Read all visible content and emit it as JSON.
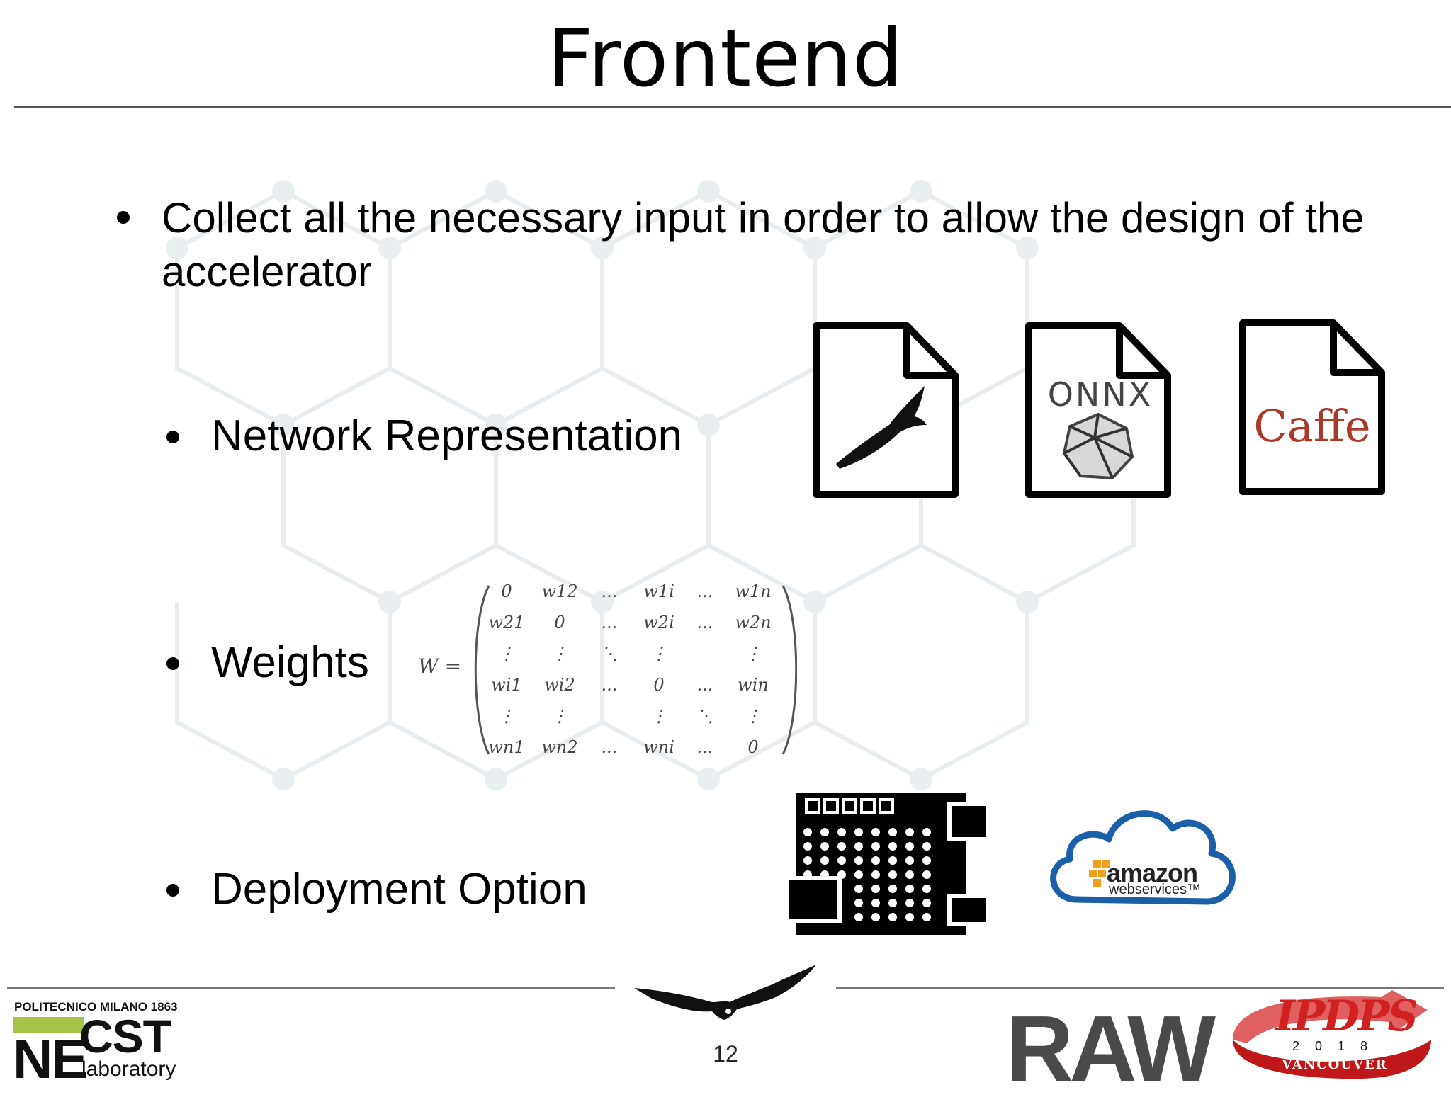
{
  "title": "Frontend",
  "bullets": {
    "main": "Collect all the necessary input in order to allow the design of the accelerator",
    "network": "Network Representation",
    "weights": "Weights",
    "deployment": "Deployment Option"
  },
  "file_icons": {
    "onnx": "ONNX",
    "caffe": "Caffe"
  },
  "matrix": {
    "lhs": "W =",
    "rows": [
      [
        "0",
        "w12",
        "...",
        "w1i",
        "...",
        "w1n"
      ],
      [
        "w21",
        "0",
        "...",
        "w2i",
        "...",
        "w2n"
      ],
      [
        "⋮",
        "⋮",
        "⋱",
        "⋮",
        "",
        "⋮"
      ],
      [
        "wi1",
        "wi2",
        "...",
        "0",
        "...",
        "win"
      ],
      [
        "⋮",
        "⋮",
        "",
        "⋮",
        "⋱",
        "⋮"
      ],
      [
        "wn1",
        "wn2",
        "...",
        "wni",
        "...",
        "0"
      ]
    ]
  },
  "aws": {
    "amazon": "amazon",
    "webservices": "webservices™"
  },
  "footer": {
    "page_number": "12",
    "polimi": "POLITECNICO MILANO 1863",
    "necst_ne": "NE",
    "necst_cst": "CST",
    "necst_lab": "laboratory",
    "raw": "RAW",
    "ipdps": "IPDPS",
    "ipdps_year": "2018",
    "ipdps_city": "VANCOUVER"
  },
  "icons": [
    "condor-file-icon",
    "onnx-file-icon",
    "caffe-file-icon",
    "fpga-board-icon",
    "aws-cloud-icon",
    "condor-logo-icon"
  ],
  "colors": {
    "caffe": "#a83a2a",
    "aws_blue": "#1a5fa8",
    "aws_orange": "#f0a01e",
    "necst_green": "#a6c24a",
    "ipdps_red": "#d02020"
  }
}
